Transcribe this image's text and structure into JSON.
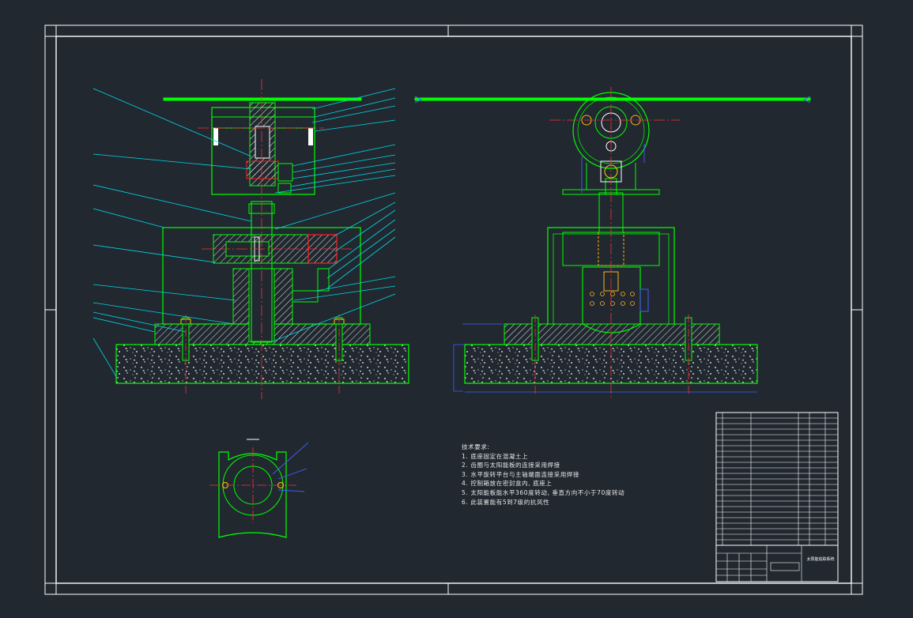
{
  "technical_requirements": {
    "heading": "技术要求:",
    "items": [
      "1. 底座固定在混凝土上",
      "2. 齿圈与太阳能板的连接采用焊接",
      "3. 水平旋转平台与主轴端面连接采用焊接",
      "4. 控制箱放在密封盒内, 底座上",
      "5. 太阳能板能水平360度转动, 垂直方向不小于70度转动",
      "6. 此装置能有5到7级的抗风性"
    ]
  },
  "title_block": {
    "drawing_title": "太阳能追踪系统"
  },
  "colors": {
    "background": "#212830",
    "frame": "#ffffff",
    "outline": "#00ff00",
    "leader": "#00d8e8",
    "centerline": "#ff3030",
    "hatch": "#ffffff",
    "hidden": "#ffb020",
    "dimension": "#4060ff"
  }
}
